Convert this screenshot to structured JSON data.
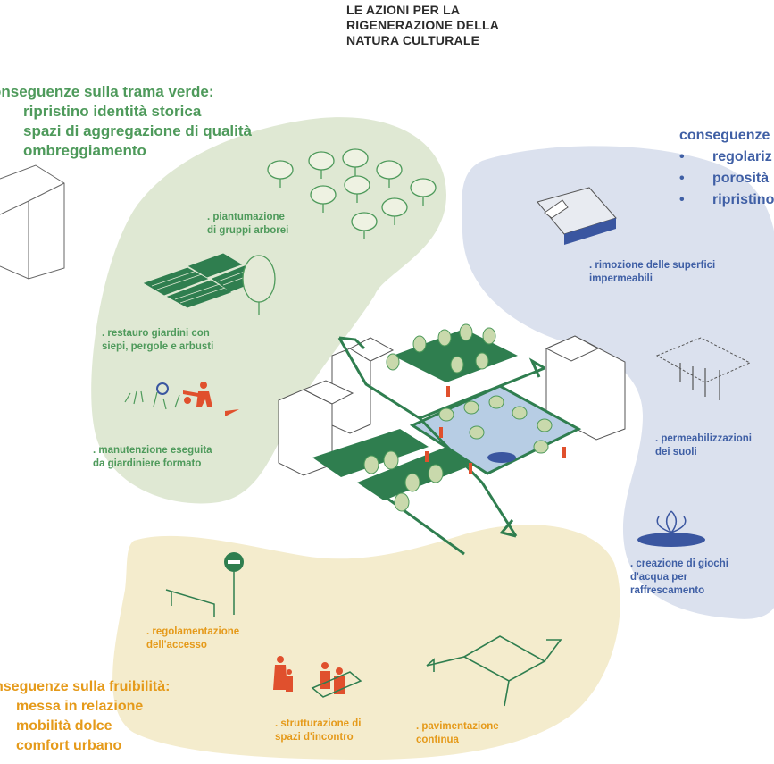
{
  "title": {
    "line1": "LE AZIONI PER LA",
    "line2": "RIGENERAZIONE DELLA",
    "line3": "NATURA CULTURALE"
  },
  "green_section": {
    "heading": "onseguenze sulla trama verde:",
    "items": [
      "ripristino identità storica",
      "spazi di aggregazione di qualità",
      "ombreggiamento"
    ],
    "labels": {
      "planting": [
        "piantumazione",
        "di gruppi arborei"
      ],
      "gardens": [
        "restauro giardini con",
        "siepi, pergole e arbusti"
      ],
      "maintenance": [
        ". manutenzione eseguita",
        "da giardiniere formato"
      ]
    },
    "color": "#4e9a5b",
    "blob_color": "#dfe8d3"
  },
  "blue_section": {
    "heading": "conseguenze",
    "bullets": [
      "regolariz",
      "porosità",
      "ripristino"
    ],
    "bullet_char": "•",
    "labels": {
      "removal": [
        ". rimozione delle superfici",
        "impermeabili"
      ],
      "permeability": [
        ". permeabilizzazioni",
        "dei suoli"
      ],
      "water_games": [
        ". creazione di giochi",
        "d'acqua per",
        "raffrescamento"
      ]
    },
    "color": "#3f5fa5",
    "blob_color": "#dbe1ee"
  },
  "yellow_section": {
    "heading": "nseguenze sulla fruibilità:",
    "items": [
      "messa in relazione",
      "mobilità dolce",
      "comfort urbano"
    ],
    "labels": {
      "access": [
        ". regolamentazione",
        "dell'accesso"
      ],
      "meeting": [
        ". strutturazione di",
        "spazi d'incontro"
      ],
      "paving": [
        ". pavimentazione",
        "continua"
      ]
    },
    "color": "#e59a1a",
    "blob_color": "#f4eccd"
  },
  "colors": {
    "dark_green": "#2f7e4f",
    "figure_red": "#e0502d",
    "water_blue": "#b7cde4",
    "deep_blue": "#3a56a0",
    "line_gray": "#555555"
  }
}
